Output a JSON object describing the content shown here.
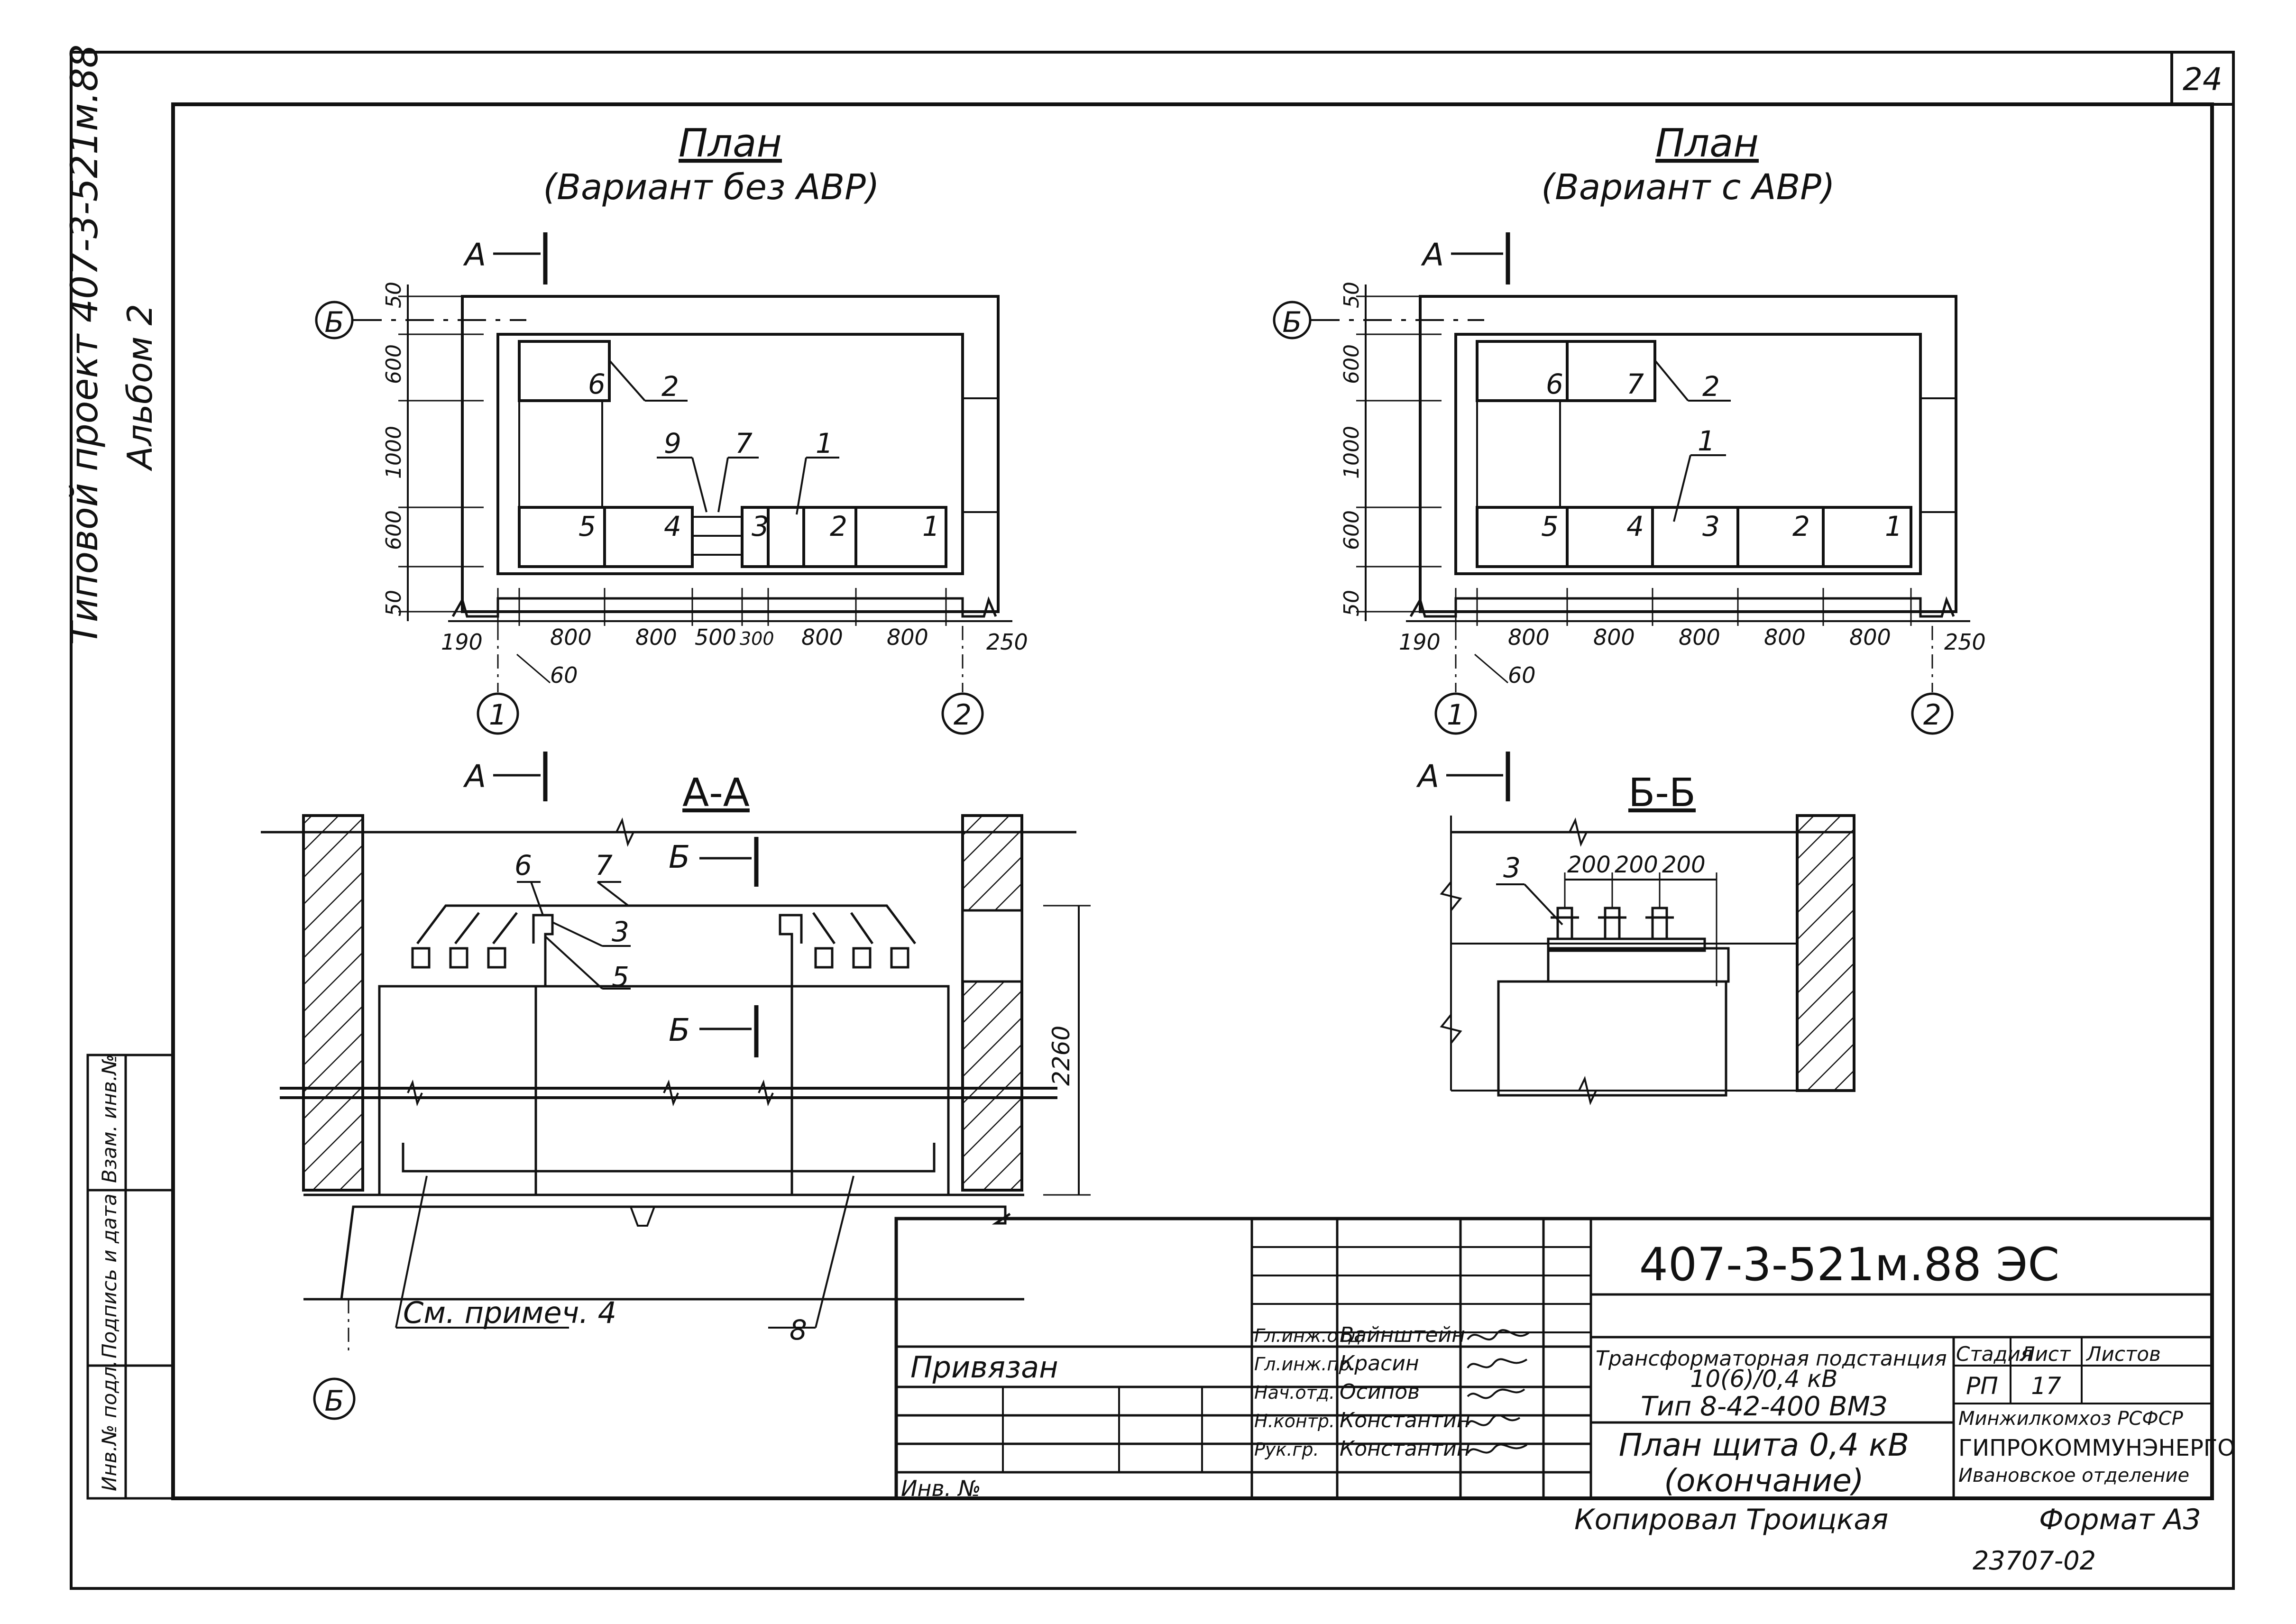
{
  "sheet_number": "24",
  "side_title": {
    "line1": "Типовой проект 407-3-521м.88",
    "line2": "Альбом 2"
  },
  "plan_left": {
    "title": "План",
    "subtitle": "(Вариант без АВР)",
    "section_marker": "А",
    "axis_b": "Б",
    "axis_1": "1",
    "axis_2": "2",
    "v_dims": [
      "50",
      "600",
      "1000",
      "600",
      "50"
    ],
    "h_dims": [
      "190",
      "800",
      "800",
      "500",
      "300",
      "800",
      "800",
      "250"
    ],
    "dim_60": "60",
    "cells": [
      "6",
      "5",
      "4",
      "3",
      "2",
      "1"
    ],
    "leaders": [
      "2",
      "9",
      "7",
      "1"
    ]
  },
  "plan_right": {
    "title": "План",
    "subtitle": "(Вариант с АВР)",
    "section_marker": "А",
    "axis_b": "Б",
    "axis_1": "1",
    "axis_2": "2",
    "v_dims": [
      "50",
      "600",
      "1000",
      "600",
      "50"
    ],
    "h_dims": [
      "190",
      "800",
      "800",
      "800",
      "800",
      "800",
      "250"
    ],
    "dim_60": "60",
    "cells": [
      "6",
      "7",
      "5",
      "4",
      "3",
      "2",
      "1"
    ],
    "leaders": [
      "2",
      "1"
    ]
  },
  "section_aa": {
    "title": "А-А",
    "cut_marker": "Б",
    "height_dim": "2260",
    "labels": [
      "6",
      "7",
      "3",
      "5",
      "8"
    ],
    "note": "См. примеч. 4",
    "axis_b": "Б"
  },
  "section_bb": {
    "title": "Б-Б",
    "label": "3",
    "dims": [
      "200",
      "200",
      "200"
    ]
  },
  "left_stamp": [
    "Инв.№ подл.",
    "Подпись и дата",
    "Взам. инв.№"
  ],
  "title_block": {
    "code": "407-3-521м.88 ЭС",
    "privyazan": "Привязан",
    "inv_label": "Инв. №",
    "roles": [
      {
        "role": "Гл.инж.отд",
        "name": "Вайнштейн"
      },
      {
        "role": "Гл.инж.пр.",
        "name": "Красин"
      },
      {
        "role": "Нач.отд.",
        "name": "Осипов"
      },
      {
        "role": "Н.контр.",
        "name": "Константин"
      },
      {
        "role": "Рук.гр.",
        "name": "Константин"
      }
    ],
    "object_line1": "Трансформаторная подстанция",
    "object_line2": "10(6)/0,4 кВ",
    "object_line3": "Тип 8-42-400 ВМЗ",
    "drawing_line1": "План щита 0,4 кВ",
    "drawing_line2": "(окончание)",
    "stage_label": "Стадия",
    "sheet_label": "Лист",
    "sheets_label": "Листов",
    "stage": "РП",
    "sheet": "17",
    "sheets": "",
    "org_line1": "Минжилкомхоз РСФСР",
    "org_line2": "ГИПРОКОММУНЭНЕРГО",
    "org_line3": "Ивановское отделение"
  },
  "footer": {
    "copied": "Копировал Троицкая",
    "format": "Формат А3",
    "number": "23707-02"
  }
}
